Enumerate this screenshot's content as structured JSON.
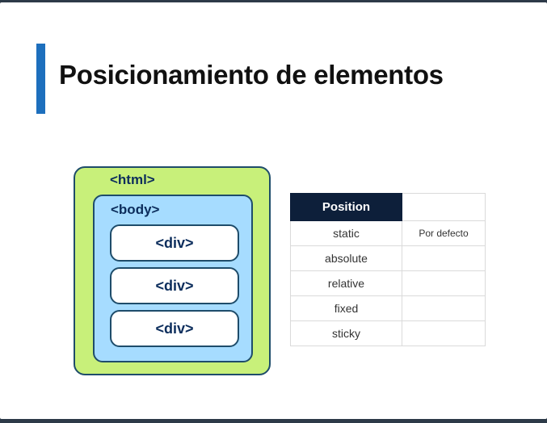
{
  "slide": {
    "title": "Posicionamiento de elementos",
    "accent_color": "#1d6fbd"
  },
  "diagram": {
    "html_label": "<html>",
    "body_label": "<body>",
    "div_labels": [
      "<div>",
      "<div>",
      "<div>"
    ],
    "colors": {
      "html_fill": "#c8f07a",
      "body_fill": "#a6dcff",
      "div_fill": "#ffffff",
      "border": "#1e4c6a",
      "text": "#0c2d5c"
    }
  },
  "table": {
    "header": "Position",
    "header_color": "#0d1f3a",
    "rows": [
      {
        "name": "static",
        "desc": "Por defecto"
      },
      {
        "name": "absolute",
        "desc": ""
      },
      {
        "name": "relative",
        "desc": ""
      },
      {
        "name": "fixed",
        "desc": ""
      },
      {
        "name": "sticky",
        "desc": ""
      }
    ]
  }
}
